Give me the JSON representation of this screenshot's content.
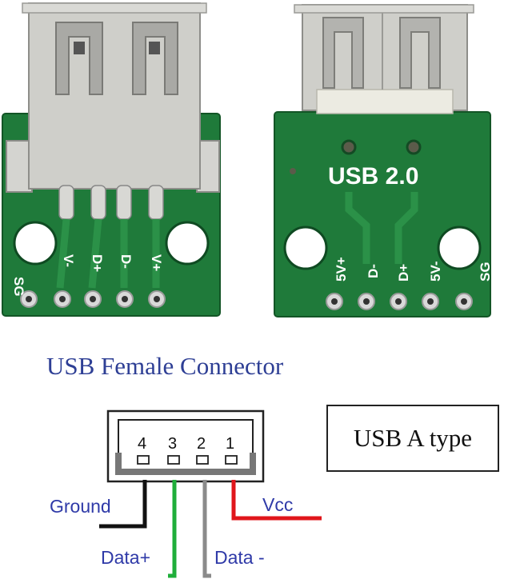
{
  "photo": {
    "left_board": {
      "pin_labels": [
        "SG",
        "V-",
        "D+",
        "D-",
        "V+"
      ]
    },
    "right_board": {
      "silkscreen_title": "USB 2.0",
      "pin_labels": [
        "5V+",
        "D-",
        "D+",
        "5V-",
        "SG"
      ]
    },
    "colors": {
      "pcb_green": "#1f7a3a",
      "pcb_dark": "#155c2b",
      "metal": "#cfcfca",
      "pad": "#d9d9d9"
    }
  },
  "diagram": {
    "title": "USB Female Connector",
    "type_label": "USB A type",
    "pins": [
      "4",
      "3",
      "2",
      "1"
    ],
    "wires": [
      {
        "label": "Ground",
        "color": "#111111"
      },
      {
        "label": "Data+",
        "color": "#1fae3a"
      },
      {
        "label": "Data -",
        "color": "#8a8a8a"
      },
      {
        "label": "Vcc",
        "color": "#e0161b"
      }
    ]
  }
}
